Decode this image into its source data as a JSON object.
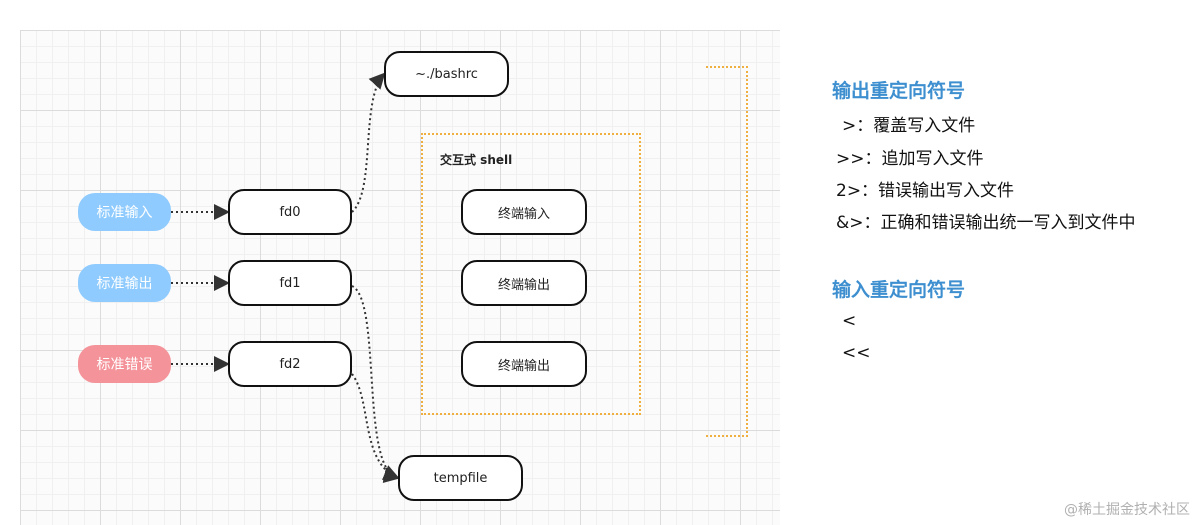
{
  "diagram": {
    "std_input": "标准输入",
    "std_output": "标准输出",
    "std_error": "标准错误",
    "fd0": "fd0",
    "fd1": "fd1",
    "fd2": "fd2",
    "bashrc": "~./bashrc",
    "shell_title": "交互式 shell",
    "term_input": "终端输入",
    "term_output_1": "终端输出",
    "term_output_2": "终端输出",
    "tempfile": "tempfile"
  },
  "panel": {
    "output_title": "输出重定向符号",
    "output_items": [
      ">：覆盖写入文件",
      ">>：追加写入文件",
      "2>：错误输出写入文件",
      "&>：正确和错误输出统一写入到文件中"
    ],
    "input_title": "输入重定向符号",
    "input_items": [
      "<",
      "<<"
    ]
  },
  "footer": {
    "brand": "@稀土掘金技术社区"
  },
  "colors": {
    "stdio_blue": "#8fcbff",
    "stderr_red": "#f4939a",
    "dotted_orange": "#f0b040",
    "heading_blue": "#3d8fd0"
  }
}
